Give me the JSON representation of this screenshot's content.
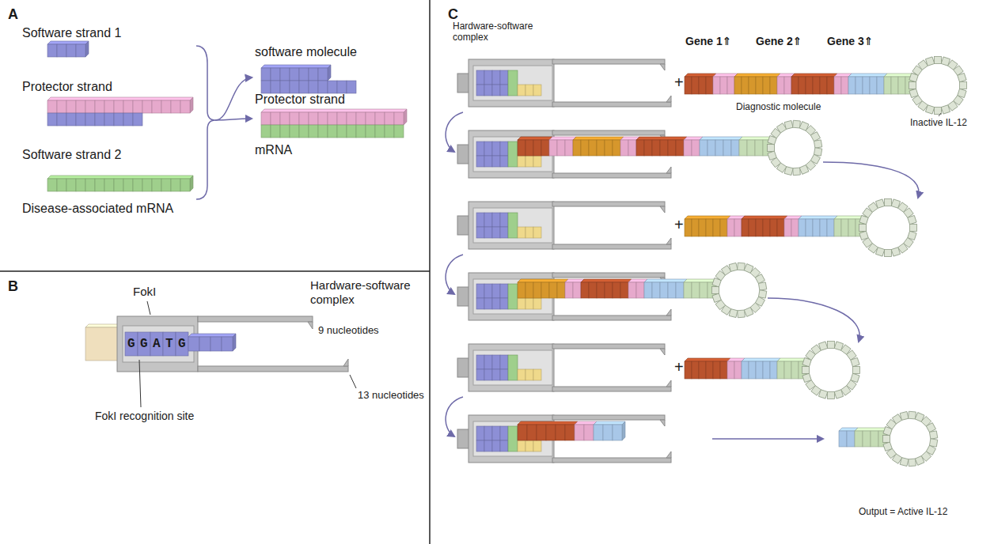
{
  "diagram": {
    "nodes": [
      {
        "text": [
          "A"
        ]
      },
      {
        "text": [
          "B"
        ]
      },
      {
        "text": [
          "C"
        ]
      }
    ],
    "labels": [
      "Software strand 1",
      "Protector strand",
      "Software strand 2",
      "Disease-associated mRNA",
      "software molecule",
      "Protector strand",
      "mRNA",
      "FokI",
      "GGATG",
      "FokI recognition site",
      "Hardware-software complex",
      "9 nucleotides",
      "13 nucleotides",
      "Hardware-software complex",
      "+",
      "Gene 1⇑",
      "Gene 2⇑",
      "Gene 3⇑",
      "Diagnostic molecule",
      "Inactive IL-12",
      "+",
      "+",
      "Output = Active IL-12"
    ]
  }
}
